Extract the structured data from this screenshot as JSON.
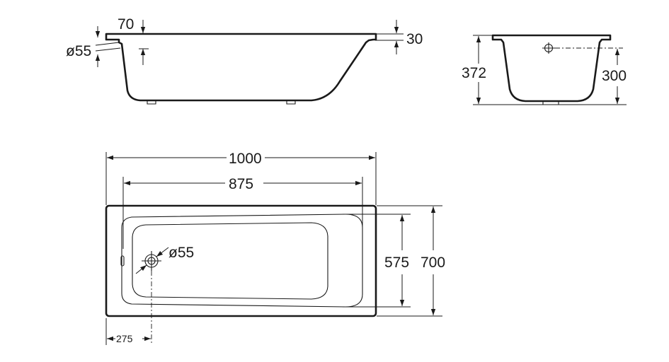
{
  "side_view": {
    "rim_width": "70",
    "rim_thickness": "30",
    "drain_diameter": "ø55"
  },
  "end_view": {
    "total_height": "372",
    "overflow_height": "300"
  },
  "top_view": {
    "overall_length": "1000",
    "inner_length": "875",
    "inner_width": "575",
    "overall_width": "700",
    "drain_diameter": "ø55",
    "drain_offset": "275"
  }
}
